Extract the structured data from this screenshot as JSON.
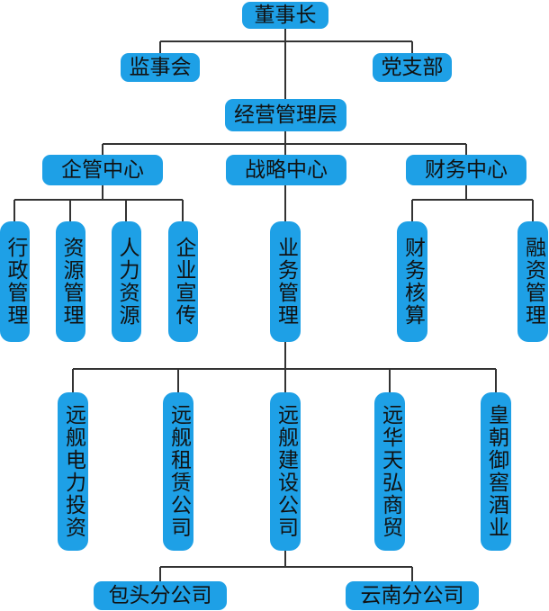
{
  "org": {
    "board": "董事长",
    "supervisory": "监事会",
    "party": "党支部",
    "management": "经营管理层",
    "center_enterprise": "企管中心",
    "center_strategy": "战略中心",
    "center_finance": "财务中心",
    "dept_admin": "行政管理",
    "dept_resource": "资源管理",
    "dept_hr": "人力资源",
    "dept_pr": "企业宣传",
    "dept_business": "业务管理",
    "dept_accounting": "财务核算",
    "dept_financing": "融资管理",
    "co_power": "远舰电力投资",
    "co_leasing": "远舰租赁公司",
    "co_construction": "远舰建设公司",
    "co_yuanhua": "远华天弘商贸",
    "co_liquor": "皇朝御窖酒业",
    "branch_baotou": "包头分公司",
    "branch_yunnan": "云南分公司"
  },
  "colors": {
    "box": "#1ea0e6",
    "line": "#333333",
    "text": "#111111"
  }
}
